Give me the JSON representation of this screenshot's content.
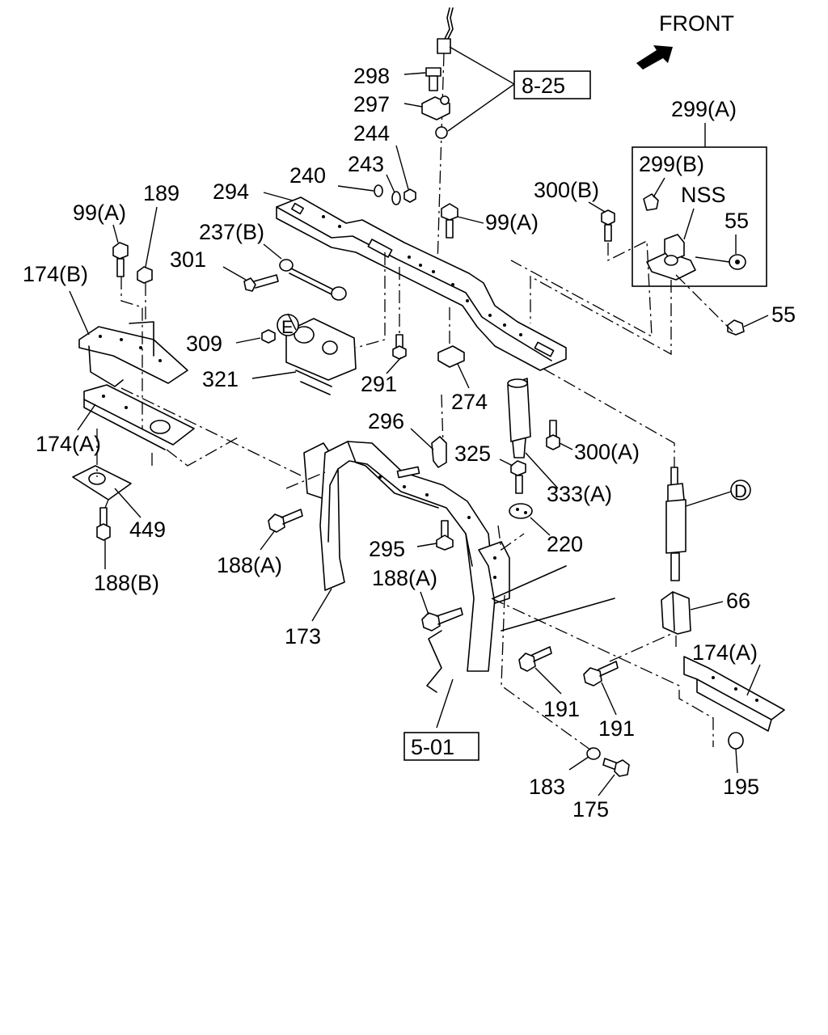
{
  "front_label": "FRONT",
  "references": {
    "ref_8_25": "8-25",
    "ref_5_01": "5-01"
  },
  "callouts": {
    "e": "E",
    "d": "D"
  },
  "parts": {
    "p298": "298",
    "p297": "297",
    "p244": "244",
    "p243": "243",
    "p240": "240",
    "p294": "294",
    "p99a_left": "99(A)",
    "p189": "189",
    "p237b": "237(B)",
    "p301": "301",
    "p174b": "174(B)",
    "p309": "309",
    "p321": "321",
    "p291": "291",
    "p274": "274",
    "p174a_left": "174(A)",
    "p99a_mid": "99(A)",
    "p300b": "300(B)",
    "p299a": "299(A)",
    "p299b": "299(B)",
    "nss": "NSS",
    "p55_upper": "55",
    "p55_lower": "55",
    "p296": "296",
    "p325": "325",
    "p300a": "300(A)",
    "p333a": "333(A)",
    "p220": "220",
    "p449": "449",
    "p188a_left": "188(A)",
    "p188b": "188(B)",
    "p295": "295",
    "p188a_mid": "188(A)",
    "p66": "66",
    "p173": "173",
    "p174a_right": "174(A)",
    "p191_left": "191",
    "p191_right": "191",
    "p183": "183",
    "p175": "175",
    "p195": "195"
  }
}
